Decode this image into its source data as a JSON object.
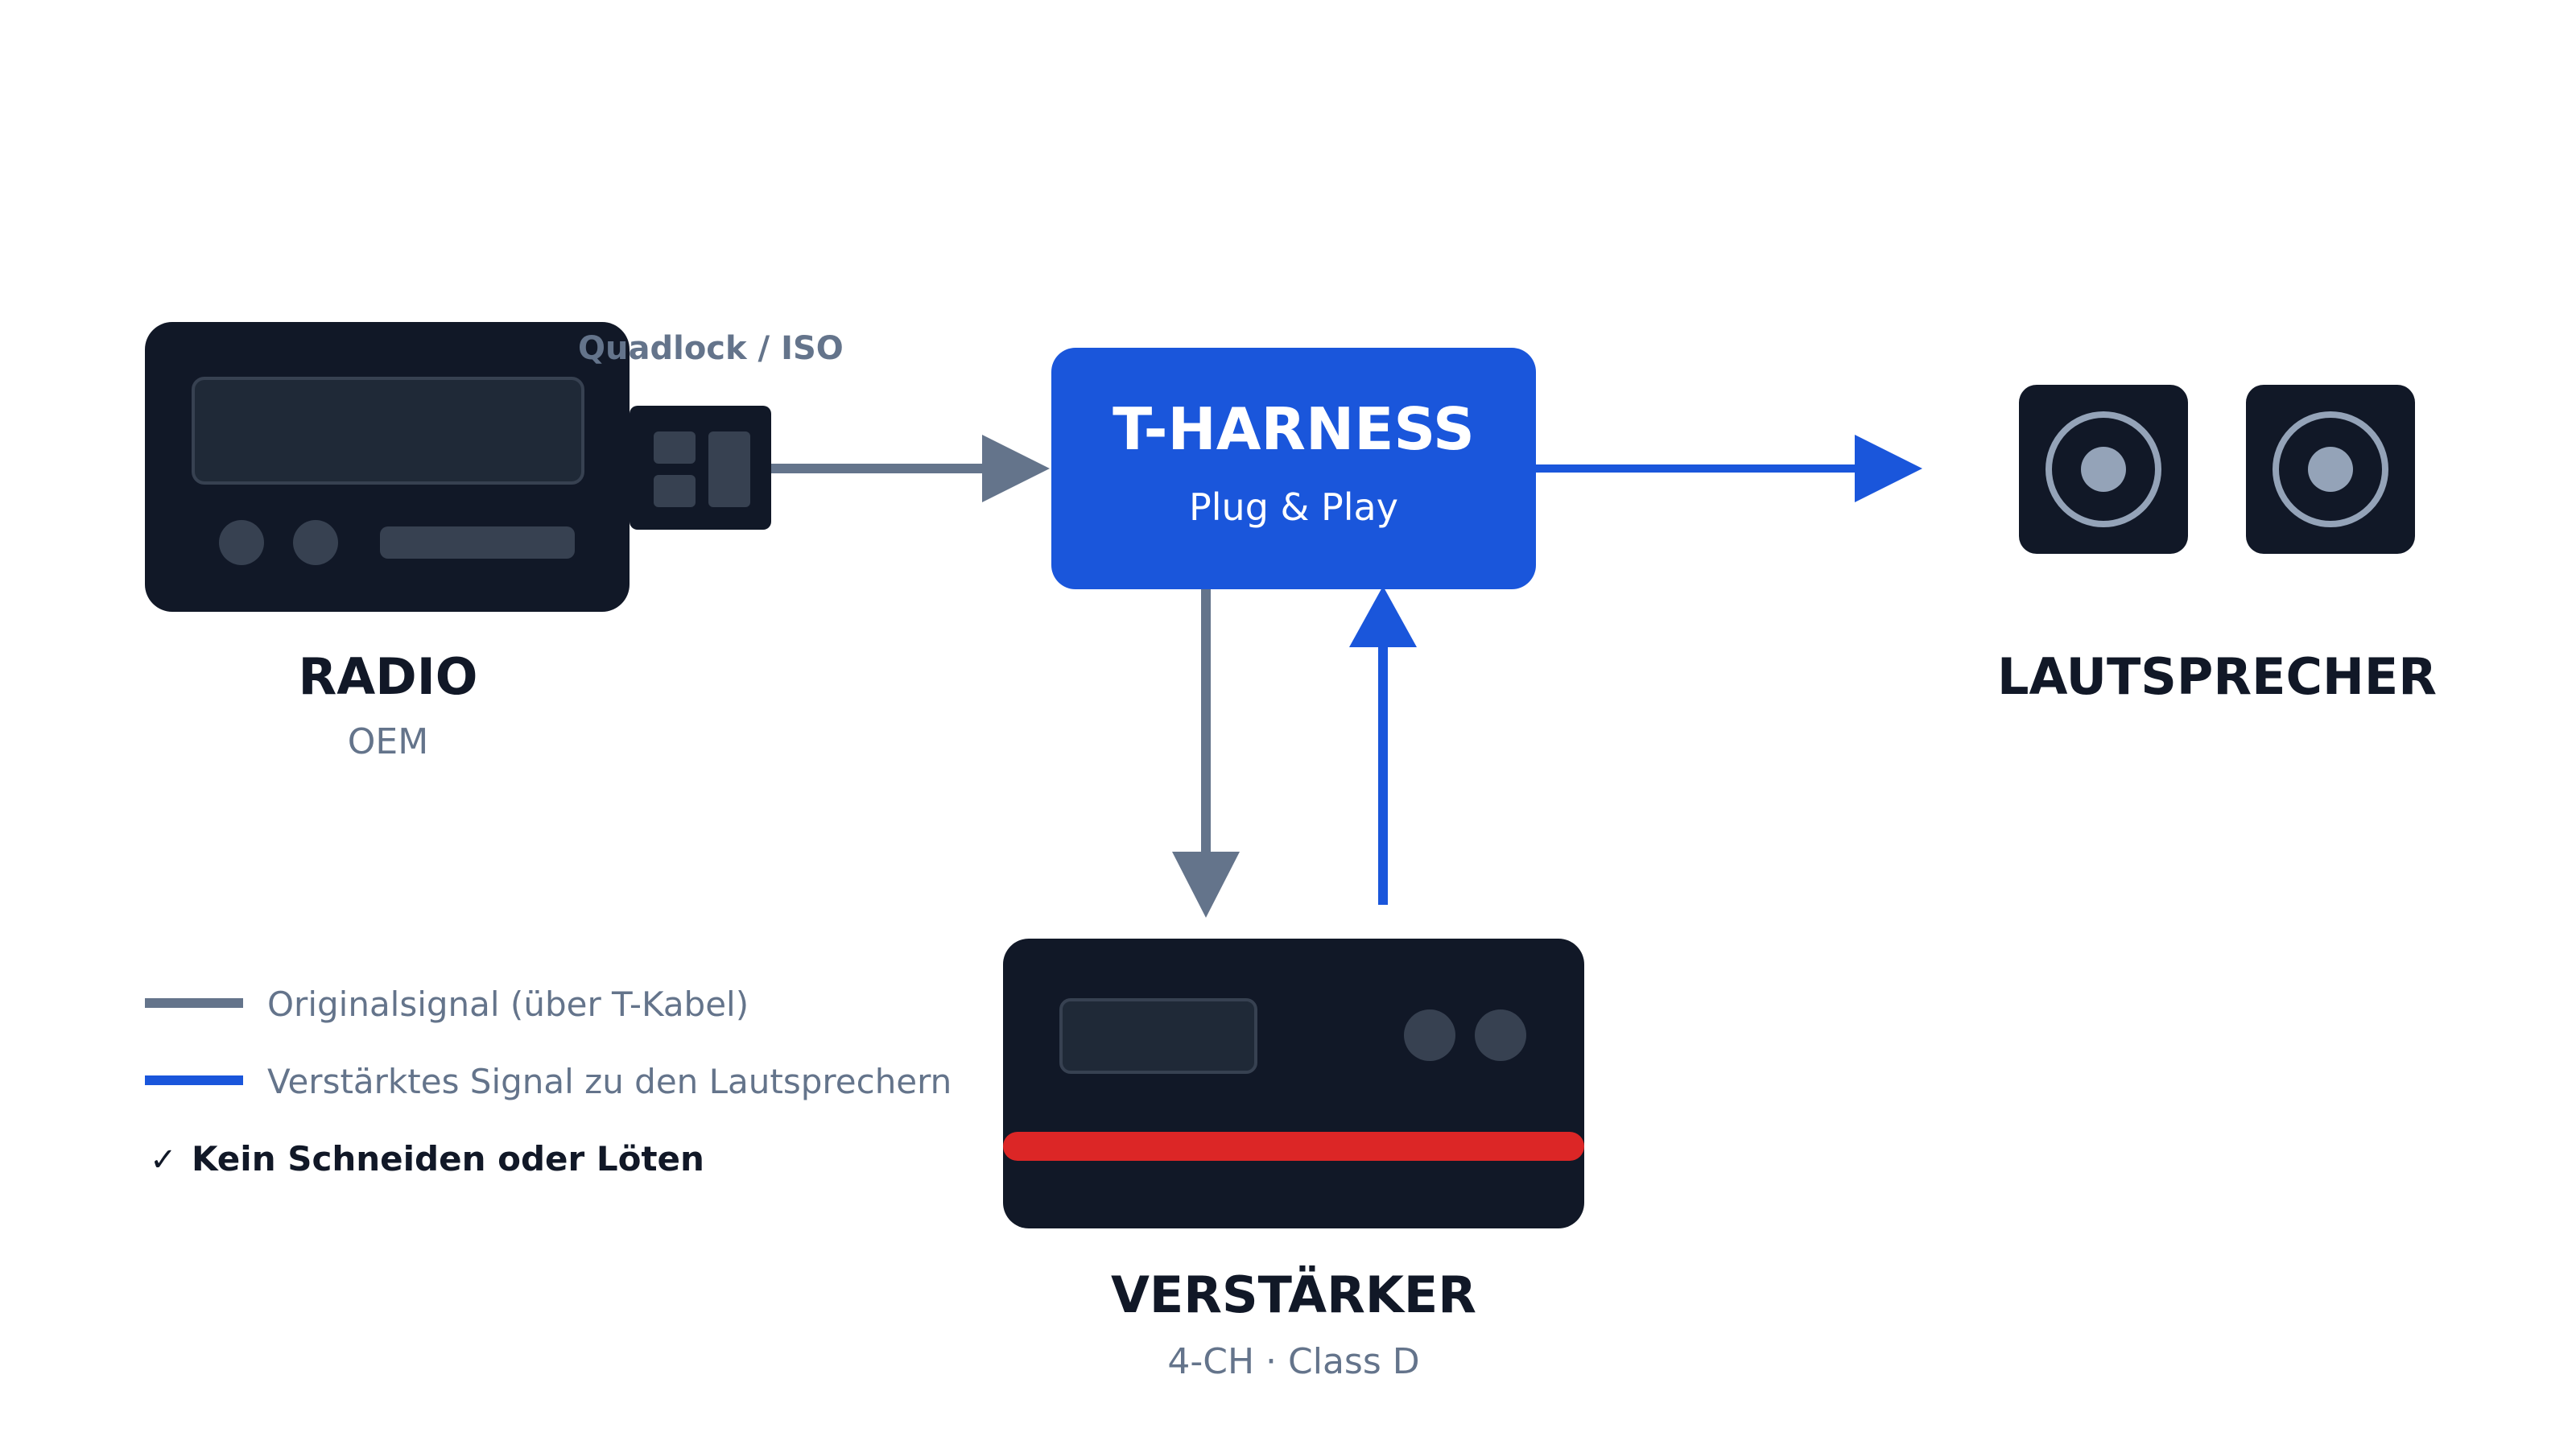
{
  "colors": {
    "device_dark": "#111827",
    "panel": "#1f2937",
    "knob": "#374151",
    "original_signal": "#64748b",
    "amplified_signal": "#1a56db",
    "stripe_red": "#dc2626",
    "speaker_ring": "#94a3b8"
  },
  "icons": {
    "radio": "car-radio-icon",
    "connector": "quadlock-connector-icon",
    "amplifier": "amplifier-icon",
    "speaker": "speaker-icon",
    "check": "checkmark-icon"
  },
  "radio": {
    "title": "RADIO",
    "subtitle": "OEM"
  },
  "connector": {
    "label": "Quadlock / ISO"
  },
  "harness": {
    "title": "T-HARNESS",
    "subtitle": "Plug & Play"
  },
  "speakers": {
    "title": "LAUTSPRECHER"
  },
  "amplifier": {
    "title": "VERSTÄRKER",
    "subtitle": "4-CH · Class D"
  },
  "legend": {
    "original": "Originalsignal (über T-Kabel)",
    "amplified": "Verstärktes Signal zu den Lautsprechern",
    "check_mark": "✓",
    "note": "Kein Schneiden oder Löten"
  }
}
